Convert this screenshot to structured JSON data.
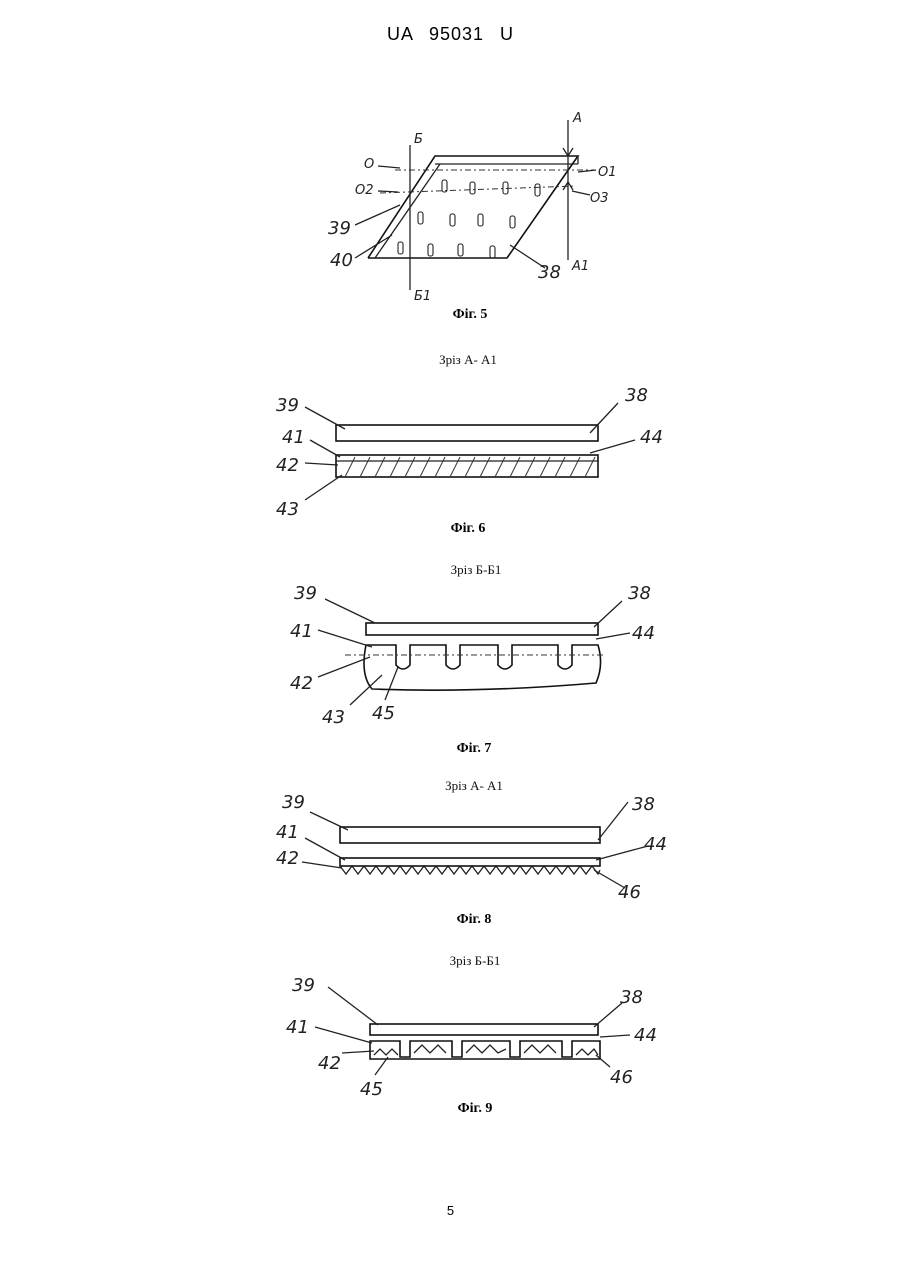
{
  "header": {
    "text": "UA   95031   U"
  },
  "footer": {
    "page_number": "5"
  },
  "figures": [
    {
      "caption": "Фіг. 5",
      "section": "",
      "labels": {
        "b_top": "Б",
        "b_bottom": "Б1",
        "a_top": "А",
        "a_bottom": "А1",
        "o": "О",
        "o1": "О1",
        "o2": "О2",
        "o3": "О3",
        "n39": "39",
        "n40": "40",
        "n38": "38"
      }
    },
    {
      "caption": "Фіг. 6",
      "section": "Зріз А- А1",
      "labels": {
        "n39": "39",
        "n38": "38",
        "n41": "41",
        "n44": "44",
        "n42": "42",
        "n43": "43"
      }
    },
    {
      "caption": "Фіг. 7",
      "section": "Зріз Б-Б1",
      "labels": {
        "n39": "39",
        "n38": "38",
        "n41": "41",
        "n44": "44",
        "n42": "42",
        "n43": "43",
        "n45": "45"
      }
    },
    {
      "caption": "Фіг. 8",
      "section": "Зріз А- А1",
      "labels": {
        "n39": "39",
        "n38": "38",
        "n41": "41",
        "n44": "44",
        "n42": "42",
        "n46": "46"
      }
    },
    {
      "caption": "Фіг. 9",
      "section": "Зріз Б-Б1",
      "labels": {
        "n39": "39",
        "n38": "38",
        "n41": "41",
        "n44": "44",
        "n42": "42",
        "n45": "45",
        "n46": "46"
      }
    }
  ]
}
